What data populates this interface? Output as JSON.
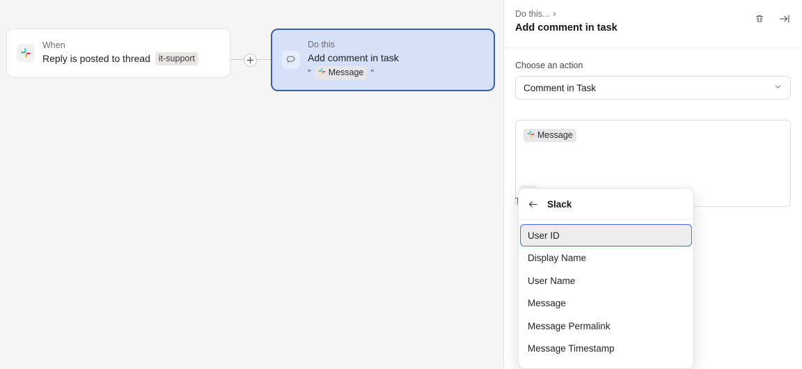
{
  "canvas": {
    "trigger_card": {
      "icon": "slack-icon",
      "kicker": "When",
      "title": "Reply is posted to thread",
      "badge": "it-support"
    },
    "add_step_button": {
      "icon": "plus-icon",
      "label": "+"
    },
    "action_card": {
      "icon": "comment-bubble-icon",
      "kicker": "Do this",
      "title": "Add comment in task",
      "quote_open": "\"",
      "token_icon": "slack-icon",
      "token_label": "Message",
      "quote_close": "\""
    }
  },
  "panel": {
    "breadcrumb": {
      "crumb": "Do this...",
      "chevron": "›"
    },
    "title": "Add comment in task",
    "actions": [
      {
        "name": "delete-step-button",
        "icon": "trash-icon"
      },
      {
        "name": "collapse-panel-button",
        "icon": "arrow-to-line-right-icon"
      }
    ],
    "action_field": {
      "label": "Choose an action",
      "value": "Comment in Task",
      "chevron": "chevron-down-icon"
    },
    "editor": {
      "token_icon": "slack-icon",
      "token_label": "Message",
      "toolbar": [
        {
          "name": "insert-variable-button",
          "icon": "plus-icon",
          "active": true
        },
        {
          "name": "text-format-button",
          "icon": "text-format-a-icon",
          "active": false
        },
        {
          "name": "emoji-button",
          "icon": "smiley-icon",
          "active": false
        },
        {
          "name": "mention-button",
          "icon": "at-mention-icon",
          "active": false
        },
        {
          "name": "ai-assist-button",
          "icon": "sparkles-icon",
          "active": false
        }
      ]
    },
    "occluded_label": "T"
  },
  "popover": {
    "back_icon": "arrow-left-icon",
    "title": "Slack",
    "items": [
      {
        "label": "User ID",
        "selected": true
      },
      {
        "label": "Display Name",
        "selected": false
      },
      {
        "label": "User Name",
        "selected": false
      },
      {
        "label": "Message",
        "selected": false
      },
      {
        "label": "Message Permalink",
        "selected": false
      },
      {
        "label": "Message Timestamp",
        "selected": false
      }
    ]
  },
  "colors": {
    "canvas_bg": "#f5f5f6",
    "selected_card_bg": "#d5e1f9",
    "selected_card_border": "#3c5cb2",
    "selection_blue": "#3b6fd4",
    "chip_gray": "#e9e6e4"
  }
}
